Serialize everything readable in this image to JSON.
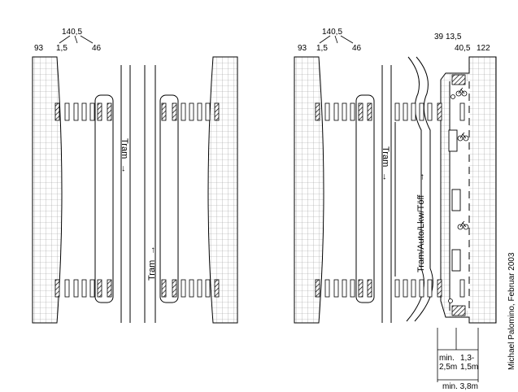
{
  "left_panel": {
    "dim_top": "140,5",
    "dim_a": "93",
    "dim_b": "1,5",
    "dim_c": "46",
    "lane_down": "Tram",
    "lane_up": "Tram"
  },
  "right_panel": {
    "dim_top": "140,5",
    "dim_a": "93",
    "dim_b": "1,5",
    "dim_c": "46",
    "dim_d": "39",
    "dim_e": "13,5",
    "dim_f": "40,5",
    "dim_g": "122",
    "lane_down": "Tram",
    "lane_up": "Tram/Auto/Lkw/Töff",
    "width_a_line1": "min.",
    "width_a_line2": "2,5m",
    "width_b_line1": "1,3-",
    "width_b_line2": "1,5m",
    "width_total": "min. 3,8m"
  },
  "credit": "Michael Palomino, Februar 2003"
}
